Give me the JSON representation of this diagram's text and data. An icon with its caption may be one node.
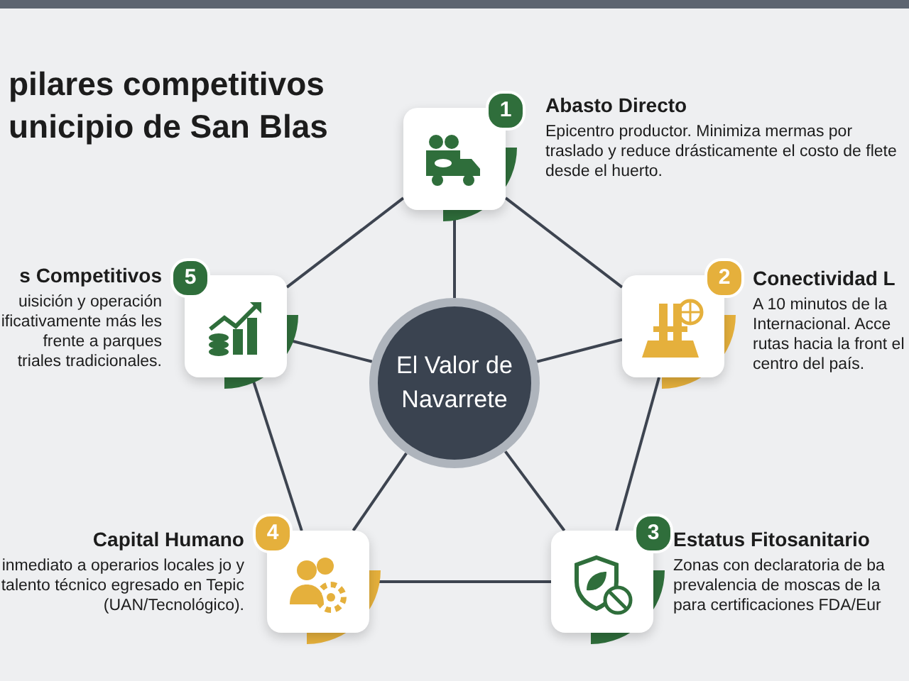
{
  "diagram": {
    "title": "pilares competitivos unicipio de San Blas",
    "nodes": [
      {
        "text": [
          "El Valor de Navarrete"
        ]
      },
      {
        "text": [
          "1"
        ],
        "beside": [
          "Abasto Directo",
          "Epicentro productor. Minimiza mermas por traslado y reduce drásticamente el costo de flete desde el huerto."
        ]
      },
      {
        "text": [
          "2"
        ],
        "beside": [
          "Conectividad L",
          "A 10 minutos de la Internacional. Acce rutas hacia la front el centro del país."
        ]
      },
      {
        "text": [
          "3"
        ],
        "beside": [
          "Estatus Fitosanitario",
          "Zonas con declaratoria de ba prevalencia de moscas de la para certificaciones FDA/Eur"
        ]
      },
      {
        "text": [
          "4"
        ],
        "beside": [
          "Capital Humano",
          "inmediato a operarios locales jo y talento técnico egresado en Tepic (UAN/Tecnológico)."
        ]
      },
      {
        "text": [
          "5"
        ],
        "beside": [
          "s Competitivos",
          "uisición y operación ificativamente más les frente a parques triales tradicionales."
        ]
      }
    ],
    "edges": [
      {
        "from": 0,
        "to": 1,
        "arrow": "none"
      },
      {
        "from": 0,
        "to": 2,
        "arrow": "none"
      },
      {
        "from": 0,
        "to": 3,
        "arrow": "none"
      },
      {
        "from": 0,
        "to": 4,
        "arrow": "none"
      },
      {
        "from": 0,
        "to": 5,
        "arrow": "none"
      },
      {
        "from": 1,
        "to": 2,
        "arrow": "none"
      },
      {
        "from": 2,
        "to": 3,
        "arrow": "none"
      },
      {
        "from": 3,
        "to": 4,
        "arrow": "none"
      },
      {
        "from": 4,
        "to": 5,
        "arrow": "none"
      },
      {
        "from": 5,
        "to": 1,
        "arrow": "none"
      }
    ]
  }
}
